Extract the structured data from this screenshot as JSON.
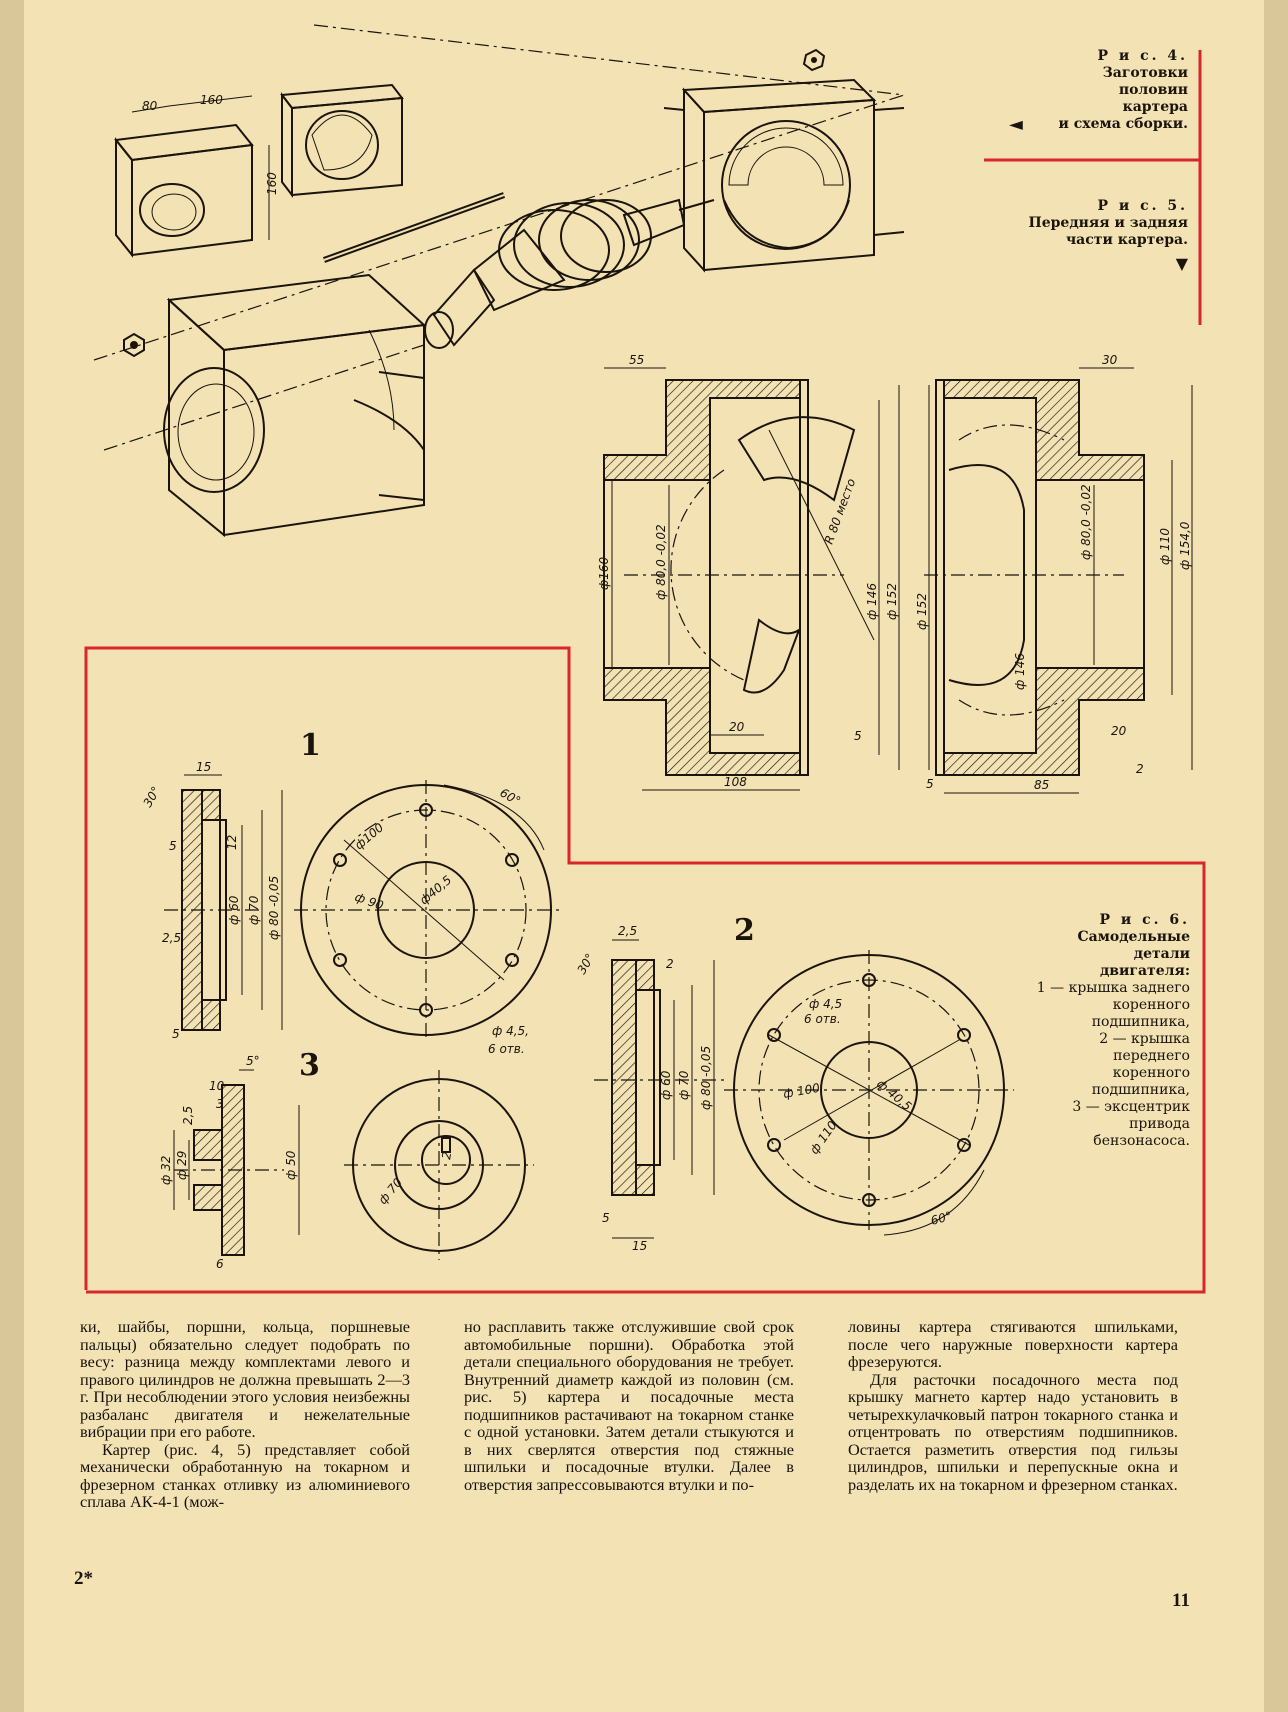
{
  "figures": {
    "fig4": {
      "title": "Р и с.  4.",
      "lines": [
        "Заготовки",
        "половин",
        "картера",
        "и схема сборки."
      ]
    },
    "fig5": {
      "title": "Р и с.  5.",
      "lines": [
        "Передняя и задняя",
        "части картера."
      ]
    },
    "fig6": {
      "title": "Р и с.  6.",
      "lines": [
        "Самодельные",
        "детали",
        "двигателя:",
        "1 — крышка заднего",
        "коренного",
        "подшипника,",
        "2 — крышка",
        "переднего",
        "коренного",
        "подшипника,",
        "3 — эксцентрик",
        "привода",
        "бензонасоса."
      ]
    }
  },
  "arrows": {
    "left": "◄",
    "down": "▼"
  },
  "fig_numbers": {
    "one": "1",
    "two": "2",
    "three": "3"
  },
  "dimensions": {
    "fig4": {
      "a": "80",
      "b": "160",
      "c": "160"
    },
    "fig5": {
      "w55": "55",
      "w30": "30",
      "d160": "ф160",
      "d80": "ф 80,0 -0,02",
      "d80r": "ф 80,0 -0,02",
      "d146": "ф 146",
      "d152": "ф 152",
      "d152b": "ф 152",
      "d146b": "ф 146",
      "d110": "ф 110",
      "d154": "ф 154,0",
      "r80": "R 80 место",
      "w20": "20",
      "w5": "5",
      "w108": "108",
      "w85": "85",
      "w5b": "5",
      "w2": "2",
      "w20b": "20"
    },
    "fig6_1": {
      "w15": "15",
      "a30": "30°",
      "w5": "5",
      "w12": "12",
      "w25": "2,5",
      "w5b": "5",
      "d60": "ф 60",
      "d70": "ф 70",
      "d80": "ф 80 -0,05",
      "d100": "ф100",
      "d90": "ф 90",
      "d405": "ф40,5",
      "a60": "60°",
      "holes": "ф 4,5,",
      "holes2": "6 отв."
    },
    "fig6_2": {
      "w25": "2,5",
      "a30": "30°",
      "w2": "2",
      "d60": "ф 60",
      "d70": "ф 70",
      "d80": "ф 80 -0,05",
      "holes": "ф 4,5",
      "holes2": "6 отв.",
      "d100": "ф 100",
      "d405": "ф 40,5",
      "d110": "ф 110",
      "a60": "60°",
      "w5": "5",
      "w15": "15"
    },
    "fig6_3": {
      "a5": "5°",
      "w10": "10",
      "w25": "2,5",
      "w3": "3",
      "d32": "ф 32",
      "d29": "ф 29",
      "d50": "ф 50",
      "w6": "6",
      "d70": "ф 70",
      "w2": "2"
    }
  },
  "body_text": {
    "col1": "ки, шайбы, поршни, кольца, поршневые пальцы) обязательно следует подобрать по весу: разница между комплектами левого и правого цилиндров не должна превышать 2—3 г. При несоблюдении этого условия неизбежны разбаланс двигателя и нежелательные вибрации при его работе.",
    "col1b": "Картер (рис. 4, 5) представляет собой механически обработанную на токарном и фрезерном станках отливку из алюминиевого сплава АК-4-1 (мож-",
    "col2": "но расплавить также отслужившие свой срок автомобильные поршни). Обработка этой детали специального оборудования не требует. Внутренний диаметр каждой из половин (см. рис. 5) картера и посадочные места подшипников растачивают на токарном станке с одной установки. Затем детали стыкуются и в них сверлятся отверстия под стяжные шпильки и посадочные втулки. Далее в отверстия запрессовываются втулки и по-",
    "col3": "ловины картера стягиваются шпильками, после чего наружные поверхности картера фрезеруются.",
    "col3b": "Для расточки посадочного места под крышку магнето картер надо установить в четырехкулачковый патрон токарного станка и отцентровать по отверстиям подшипников. Остается разметить отверстия под гильзы цилиндров, шпильки и перепускные окна и разделать их на токарном и фрезерном станках."
  },
  "footer": {
    "signature": "2*",
    "page_number": "11"
  },
  "colors": {
    "paper": "#f2e2b4",
    "ink": "#1a140c",
    "frame_red": "#d8262a"
  }
}
